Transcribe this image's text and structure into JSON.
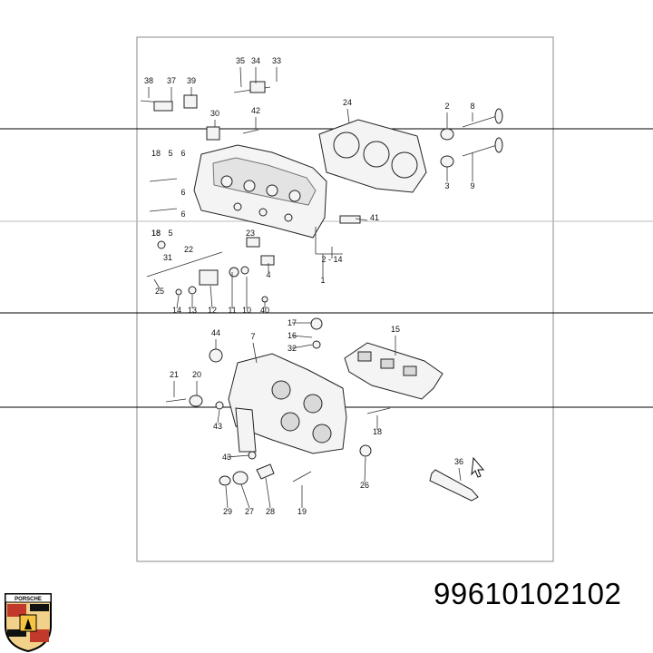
{
  "part_number": "99610102102",
  "brand_logo_text": "PORSCHE",
  "callouts": [
    "1",
    "2",
    "3",
    "4",
    "5",
    "6",
    "7",
    "8",
    "9",
    "10",
    "11",
    "12",
    "13",
    "14",
    "15",
    "16",
    "17",
    "18",
    "19",
    "20",
    "21",
    "22",
    "23",
    "24",
    "25",
    "26",
    "27",
    "28",
    "29",
    "30",
    "31",
    "32",
    "33",
    "34",
    "35",
    "36",
    "37",
    "38",
    "39",
    "40",
    "41",
    "42",
    "43",
    "44",
    "2 - 14"
  ],
  "icons": [
    "cursor-arrow-icon",
    "porsche-crest-icon"
  ],
  "colors": {
    "line": "#222222",
    "background": "#ffffff"
  }
}
